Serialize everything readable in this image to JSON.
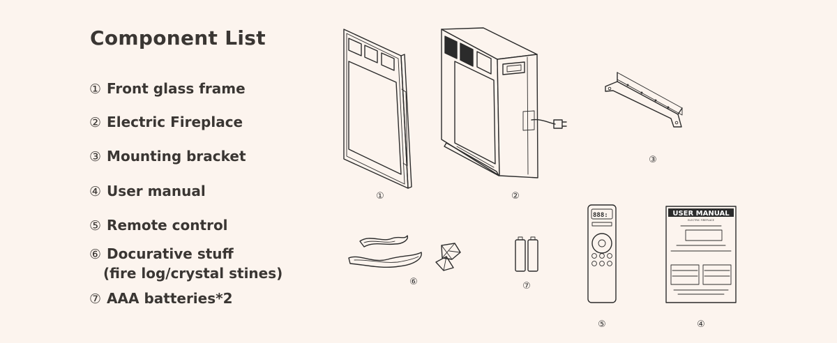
{
  "title": "Component List",
  "items": [
    {
      "num": "①",
      "label": "Front glass frame"
    },
    {
      "num": "②",
      "label": "Electric Fireplace"
    },
    {
      "num": "③",
      "label": "Mounting bracket"
    },
    {
      "num": "④",
      "label": "User manual"
    },
    {
      "num": "⑤",
      "label": "Remote control"
    },
    {
      "num": "⑥",
      "label": "Docurative stuff",
      "sub": "(fire log/crystal stines)"
    },
    {
      "num": "⑦",
      "label": "AAA batteries*2"
    }
  ],
  "labels": {
    "frame": "①",
    "fireplace": "②",
    "bracket": "③",
    "decor": "⑥",
    "batteries": "⑦",
    "remote": "⑤",
    "manual": "④"
  },
  "manual": {
    "header": "USER MANUAL",
    "subtitle": "ELECTRIC FIREPLACE"
  },
  "remote": {
    "display": "888:"
  }
}
